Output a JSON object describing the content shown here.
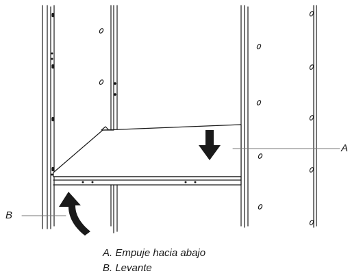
{
  "callouts": {
    "a": "A",
    "b": "B"
  },
  "legend": {
    "a": "A. Empuje hacia abajo",
    "b": "B. Levante"
  },
  "colors": {
    "line": "#1a1a1a",
    "background": "#ffffff"
  },
  "icons": {
    "push_down": "arrow-down-icon",
    "lift_up": "curved-arrow-up-icon"
  }
}
